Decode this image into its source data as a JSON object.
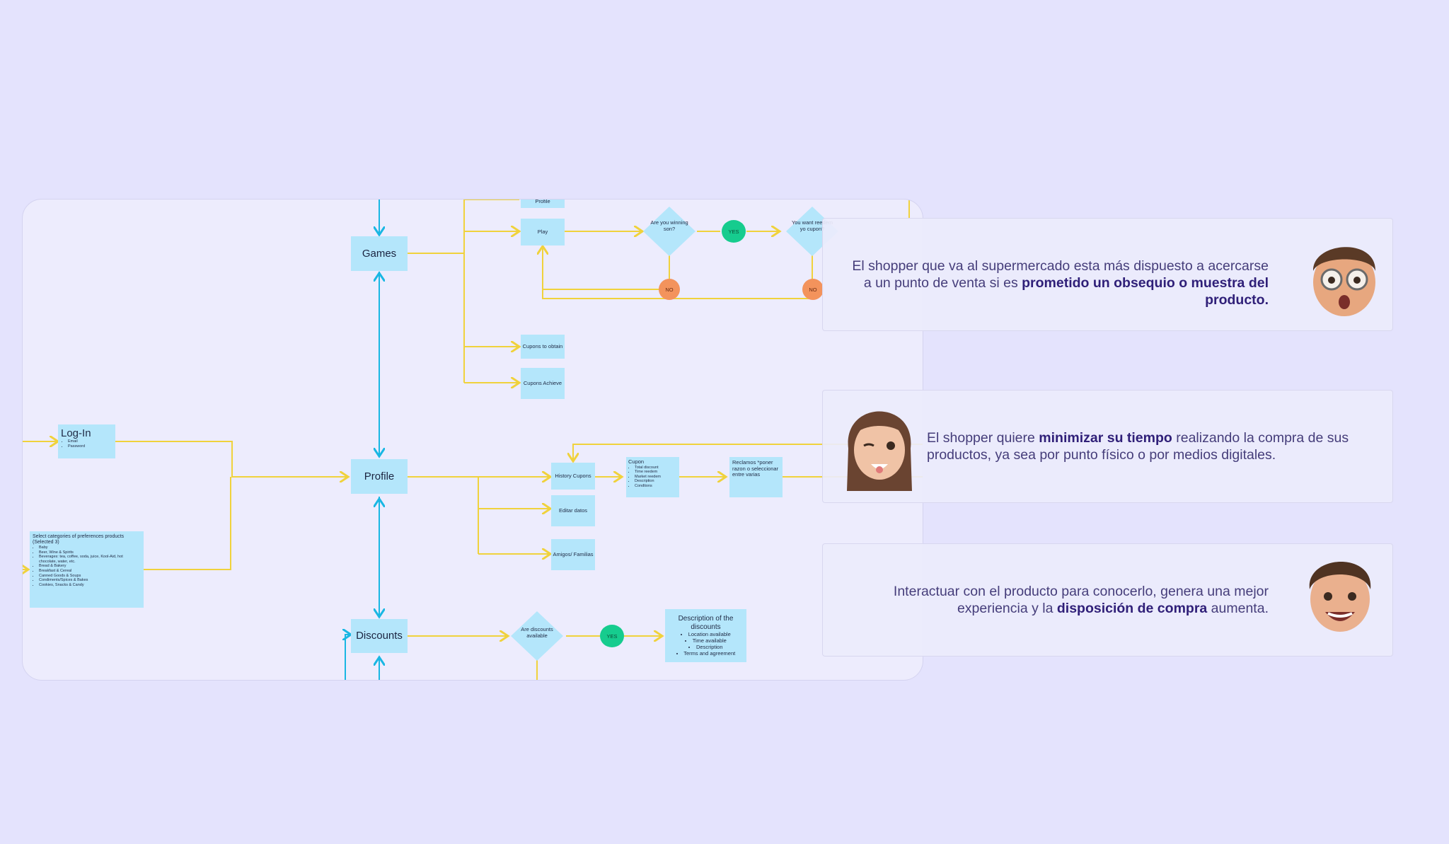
{
  "flow": {
    "games": "Games",
    "profile": "Profile",
    "discounts": "Discounts",
    "login": {
      "title": "Log-In",
      "items": [
        "Email",
        "Password"
      ]
    },
    "profile_top": "Profile",
    "play": "Play",
    "winning": "Are you winning son?",
    "redeem": "You want reedem yo cupon?",
    "cupons_obtain": "Cupons to obtain",
    "cupons_achieve": "Cupons Achieve",
    "history": "History Cupons",
    "editar": "Editar datos",
    "amigos": "Amigos/ Familias",
    "cupon": {
      "title": "Cupon",
      "items": [
        "Total discount",
        "Time reedem",
        "Market reedem",
        "Description",
        "Condtions"
      ]
    },
    "reclamos": "Reclamos *poner razon o seleccionar entre varias",
    "categories": {
      "title": "Select categories of preferences products (Selected 3)",
      "items": [
        "Baby",
        "Beer, Wine & Spirits",
        "Beverages: tea, coffee, soda, juice, Kool-Aid, hot chocolate, water, etc.",
        "Bread & Bakery",
        "Breakfast & Cereal",
        "Canned Goods & Soups",
        "Condiments/Spices & Bakes",
        "Cookies, Snacks & Candy"
      ]
    },
    "discounts_avail": "Are discounts available",
    "desc": {
      "title": "Description of the discounts",
      "items": [
        "Location available",
        "Time available",
        "Description",
        "Terms and agreement"
      ]
    },
    "yes": "YES",
    "no": "NO"
  },
  "quotes": [
    {
      "pre": "El shopper que va al supermercado esta más dispuesto a acercarse a un punto de venta si es ",
      "bold": "prometido un obsequio o muestra del producto.",
      "post": "",
      "avatar": "avatar-man-glasses"
    },
    {
      "pre": "El shopper quiere ",
      "bold": "minimizar su tiempo",
      "post": " realizando la compra de sus productos, ya sea por punto físico o por medios digitales.",
      "avatar": "avatar-woman-wink"
    },
    {
      "pre": "Interactuar con el producto para conocerlo, genera una mejor experiencia y la ",
      "bold": "disposición de compra",
      "post": " aumenta.",
      "avatar": "avatar-boy-smile"
    }
  ],
  "colors": {
    "background": "#e4e3fd",
    "node": "#b4e6fb",
    "yellow_connector": "#f0d23c",
    "blue_connector": "#19b7e3",
    "yes": "#16cc8e",
    "no": "#f3935c",
    "emphasis": "#2f1f78"
  }
}
